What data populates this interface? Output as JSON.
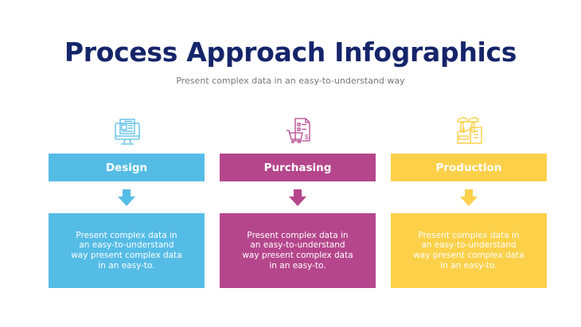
{
  "header": {
    "title": "Process Approach Infographics",
    "subtitle": "Present complex data in an easy-to-understand way"
  },
  "steps": [
    {
      "label": "Design",
      "icon": "computer-monitor-icon",
      "color": "#55bce6",
      "body": "Present complex data in an easy-to-understand way present complex data in an easy-to."
    },
    {
      "label": "Purchasing",
      "icon": "shopping-cart-invoice-icon",
      "color": "#b5468c",
      "body": "Present complex data in an easy-to-understand way present complex data in an easy-to."
    },
    {
      "label": "Production",
      "icon": "factory-icon",
      "color": "#fcd049",
      "body": "Present complex data in an easy-to-understand way present complex data in an easy-to."
    }
  ],
  "colors": {
    "title": "#15256a",
    "subtitle": "#777777",
    "blue": "#55bce6",
    "magenta": "#b5468c",
    "yellow": "#fcd049"
  }
}
